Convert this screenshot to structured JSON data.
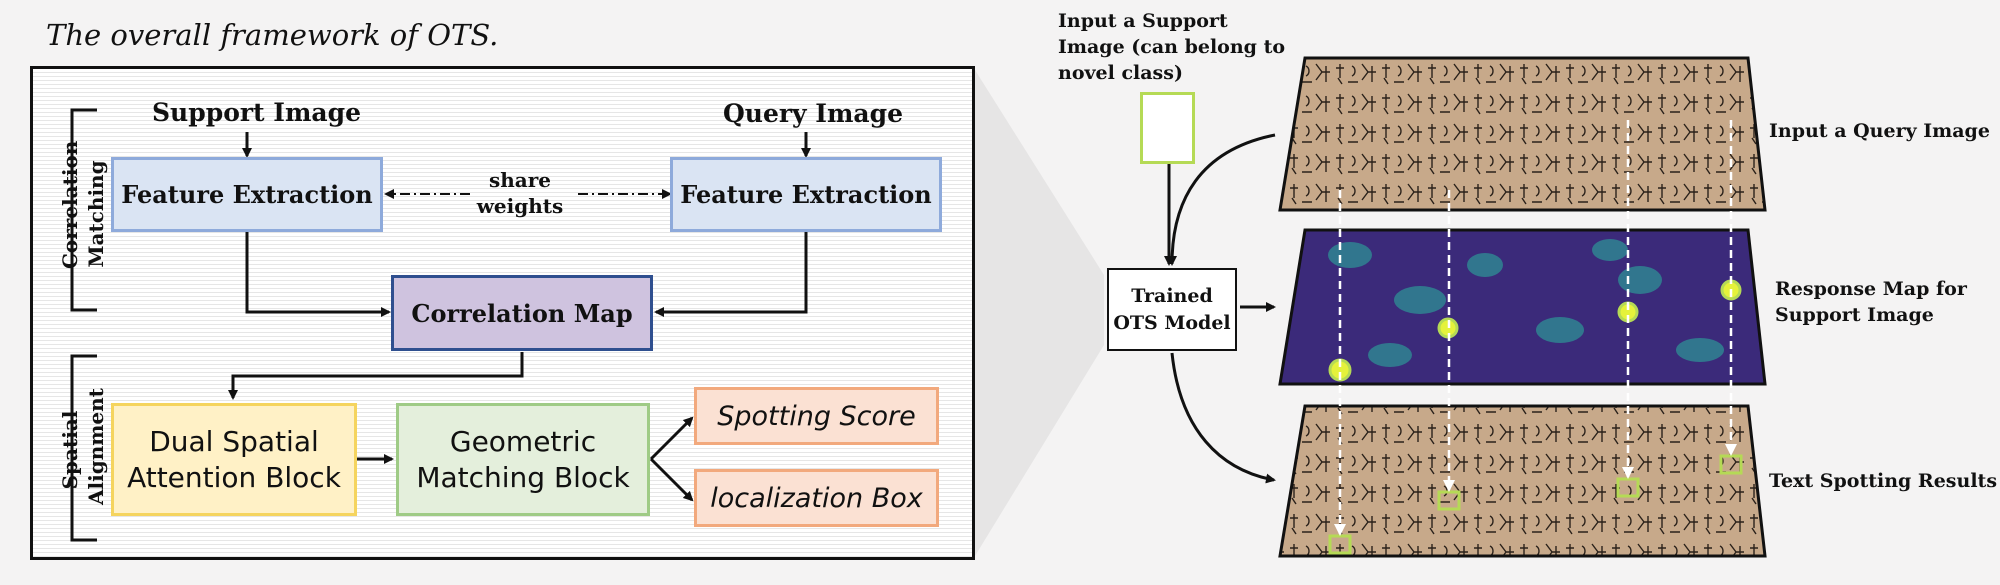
{
  "title": "The overall framework of OTS.",
  "left_panel": {
    "group_correlation": [
      "Correlation",
      "Matching"
    ],
    "group_spatial": [
      "Spatial",
      "Alignment"
    ],
    "support_image_label": "Support Image",
    "query_image_label": "Query Image",
    "feature_extraction_left": "Feature Extraction",
    "feature_extraction_right": "Feature Extraction",
    "share_weights": [
      "share",
      "weights"
    ],
    "correlation_map": "Correlation Map",
    "dual_spatial": [
      "Dual Spatial",
      "Attention Block"
    ],
    "geometric": [
      "Geometric",
      "Matching Block"
    ],
    "spotting_score": "Spotting Score",
    "localization_box": "localization Box"
  },
  "right_panel": {
    "support_caption": [
      "Input a Support",
      "Image (can belong to",
      "novel class)"
    ],
    "model_label": [
      "Trained",
      "OTS Model"
    ],
    "query_caption": "Input a Query Image",
    "response_caption": [
      "Response Map for",
      "Support Image"
    ],
    "results_caption": "Text Spotting Results"
  },
  "colors": {
    "feature_fill": "#dae4f3",
    "feature_border": "#8eaadb",
    "correlation_fill": "#cfc3df",
    "dual_fill": "#fff1c6",
    "geometric_fill": "#e4efdc",
    "output_fill": "#fbe1d3",
    "highlight": "#b5da55",
    "heatmap_bg": "#3b2a7a"
  }
}
